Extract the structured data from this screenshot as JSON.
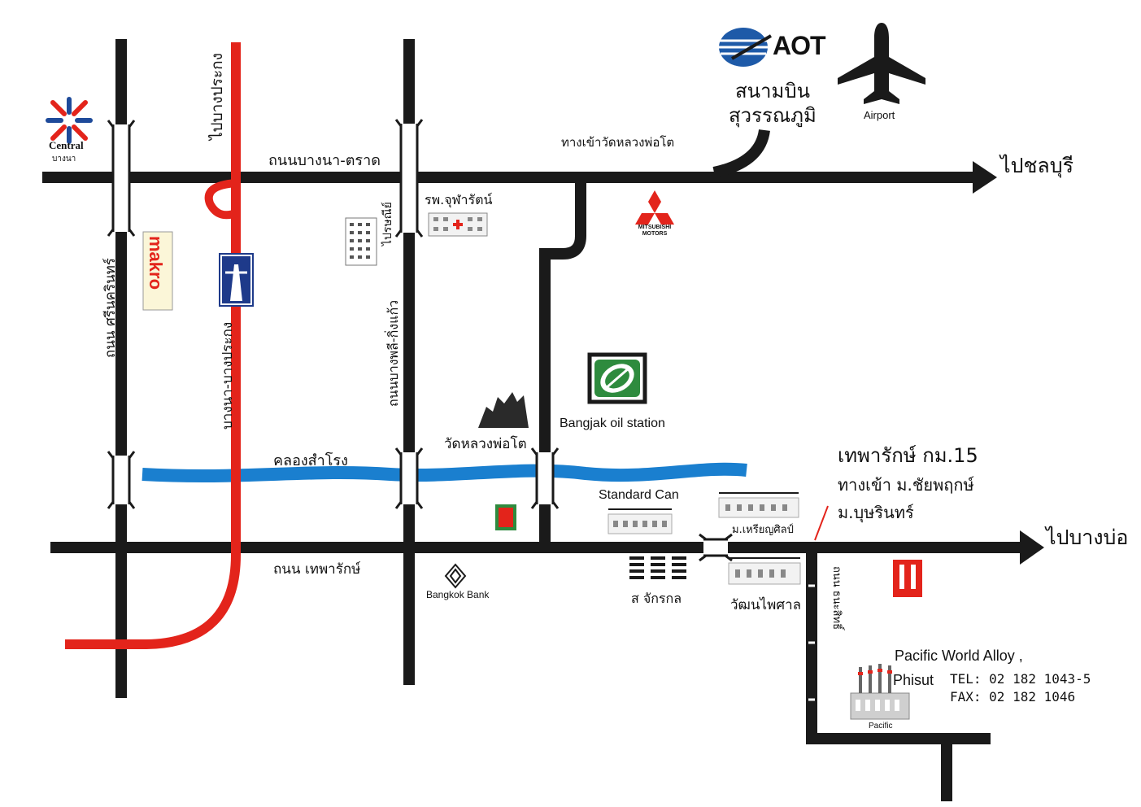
{
  "roads": {
    "bangna_trad": "ถนนบางนา-ตราด",
    "srinakarin": "ถนน ศรีนครินทร์",
    "to_bang_prakong": "ไปบางประกง",
    "bangna_bang_prakong": "บางนา-บางประกง",
    "bang_phli_king_kaeo": "ถนนบางพลี-กิ่งแก้ว",
    "wat_luang_entrance": "ทางเข้าวัดหลวงพ่อโต",
    "to_chonburi": "ไปชลบุรี",
    "theparak": "ถนน เทพารักษ์",
    "to_bang_bo": "ไปบางบ่อ",
    "canal": "คลองสำโรง",
    "side_road": "ถนน ธนะสิทธิ์"
  },
  "places": {
    "central_brand": "Central",
    "central_branch": "บางนา",
    "makro": "makro",
    "aot": "AOT",
    "suvarnabhumi_line1": "สนามบิน",
    "suvarnabhumi_line2": "สุวรรณภูมิ",
    "airport": "Airport",
    "chularat_hospital": "รพ.จุฬารัตน์",
    "post_office": "ไปรษณีย์",
    "mitsubishi": "MITSUBISHI MOTORS",
    "bangjak": "Bangjak oil station",
    "wat_luang_pho_to": "วัดหลวงพ่อโต",
    "standard_can": "Standard Can",
    "theparak_km15": "เทพารักษ์ กม.15",
    "entrance_chaiyaphruek": "ทางเข้า ม.ชัยพฤกษ์",
    "boonsiri": "ม.บุษรินทร์",
    "charoensilp": "ม.เหรียญศิลป์",
    "bangkok_bank": "Bangkok Bank",
    "chakkrakon": "ส จักรกล",
    "wattanaphaisan": "วัฒนไพศาล",
    "isuzu": "ISUZU",
    "pacific_name": "Pacific World Alloy ,",
    "pacific_sub": "Phisut",
    "pacific_small": "Pacific",
    "tel": "TEL: 02 182 1043-5",
    "fax": "FAX: 02 182 1046"
  },
  "icons": {
    "airplane": "airplane-icon",
    "motorway": "motorway-icon",
    "factory": "factory-icon"
  },
  "colors": {
    "road": "#1a1a1a",
    "motorway": "#e3241b",
    "canal": "#1a7fcf",
    "makro_red": "#e3241b",
    "makro_bg": "#fbf6d8",
    "aot_blue": "#1e5aa8",
    "bangjak_green": "#2e8b3e"
  }
}
